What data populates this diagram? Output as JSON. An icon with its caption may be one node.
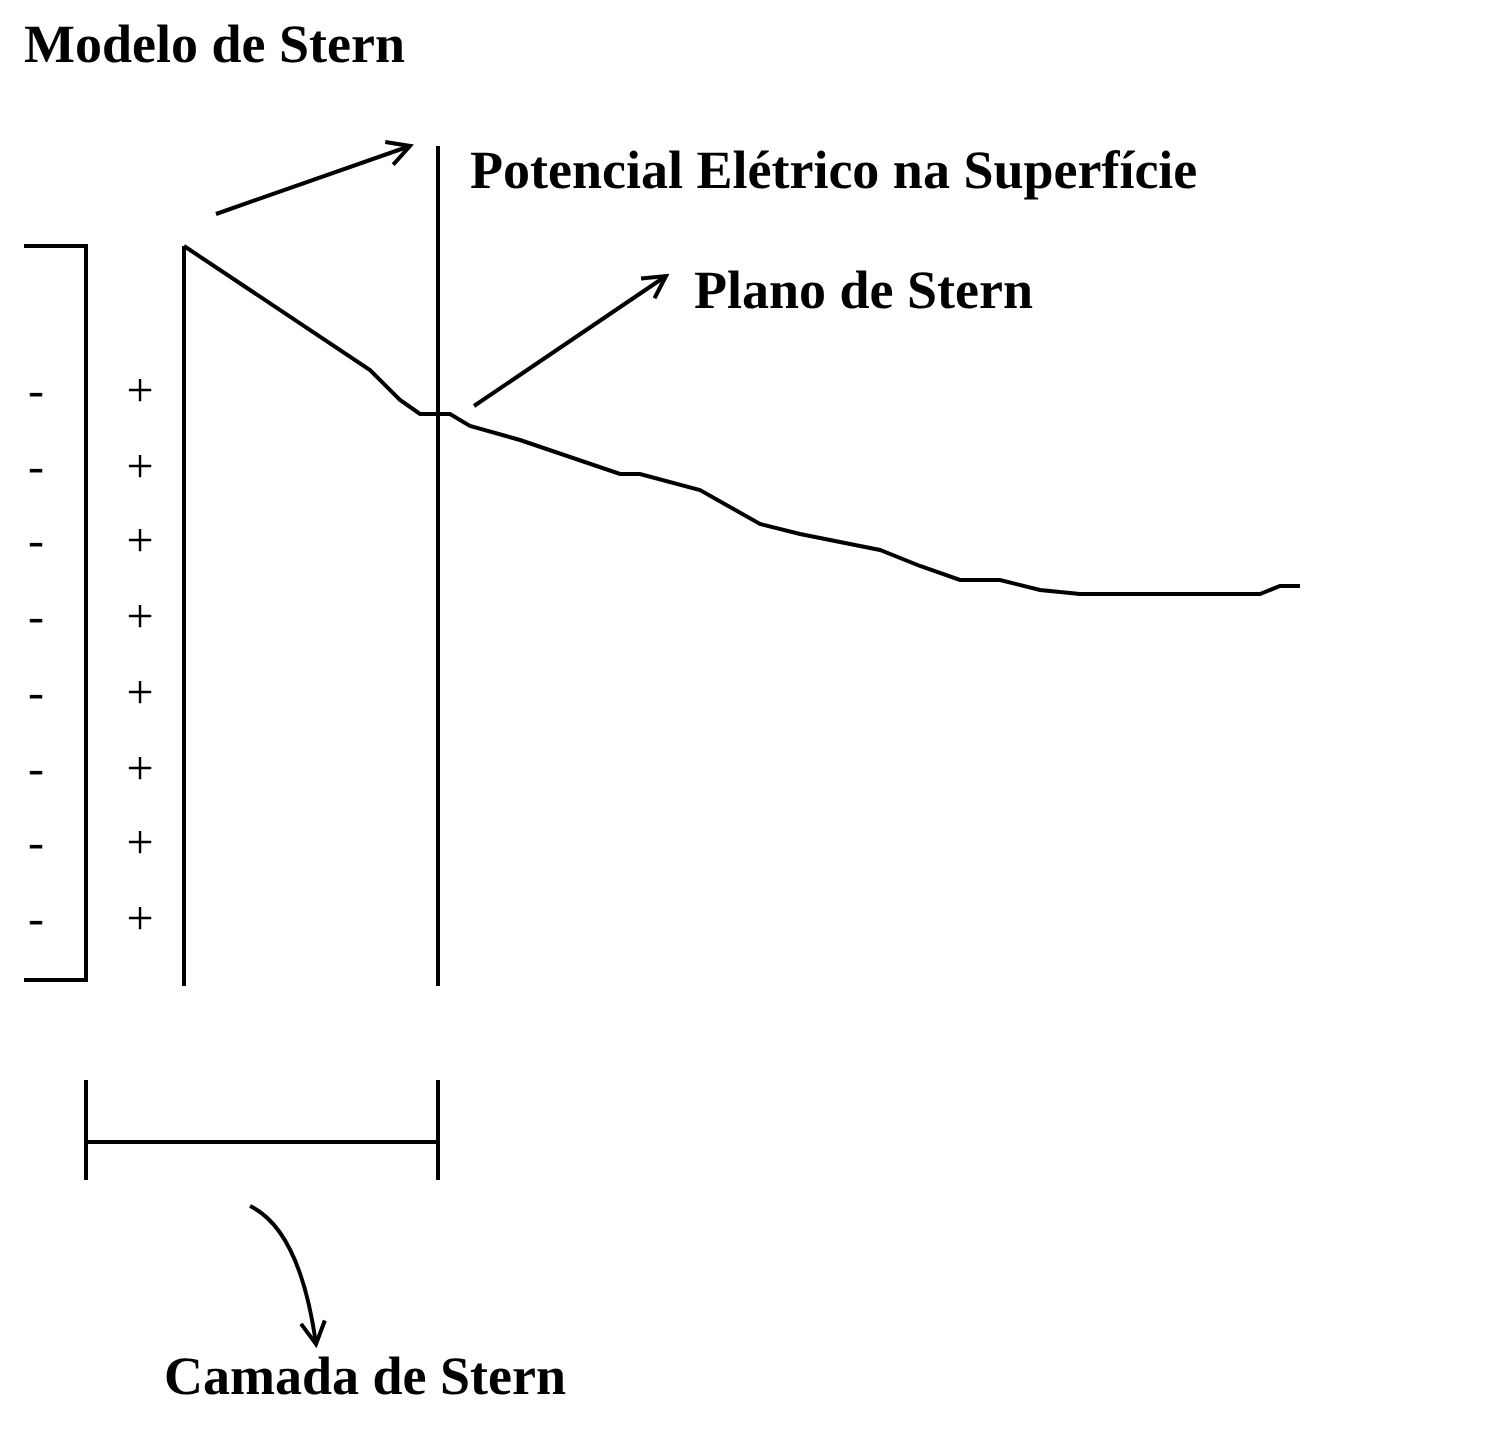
{
  "diagram": {
    "title": "Modelo de Stern",
    "nodes": [
      {
        "text": [
          "Potencial Elétrico na Superfície"
        ]
      },
      {
        "text": [
          "Plano de Stern"
        ]
      },
      {
        "text": [
          "Camada de Stern"
        ]
      }
    ],
    "edges": [
      {
        "from": null,
        "to": 0,
        "arrow": "to"
      },
      {
        "from": null,
        "to": 1,
        "arrow": "to"
      },
      {
        "from": null,
        "to": 2,
        "arrow": "to"
      }
    ],
    "labels": [
      "-",
      "+",
      "-",
      "+",
      "-",
      "+",
      "-",
      "+",
      "-",
      "+",
      "-",
      "+",
      "-",
      "+",
      "-",
      "+"
    ]
  }
}
